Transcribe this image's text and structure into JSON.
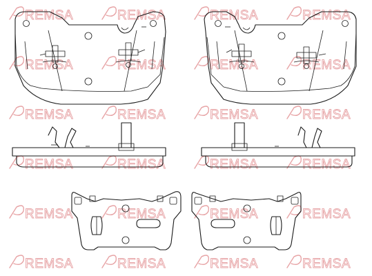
{
  "watermark": {
    "brand_text": "REMSA",
    "color": "#e7a3a5",
    "icon": "remsa-logo-icon"
  },
  "drawing": {
    "line_color": "#1a1a1a",
    "background": "#ffffff",
    "views": [
      "brake-pad-front-view-left",
      "brake-pad-front-view-right",
      "brake-pad-side-profile-left",
      "brake-pad-side-profile-right",
      "shim-plate-left",
      "shim-plate-right"
    ]
  }
}
